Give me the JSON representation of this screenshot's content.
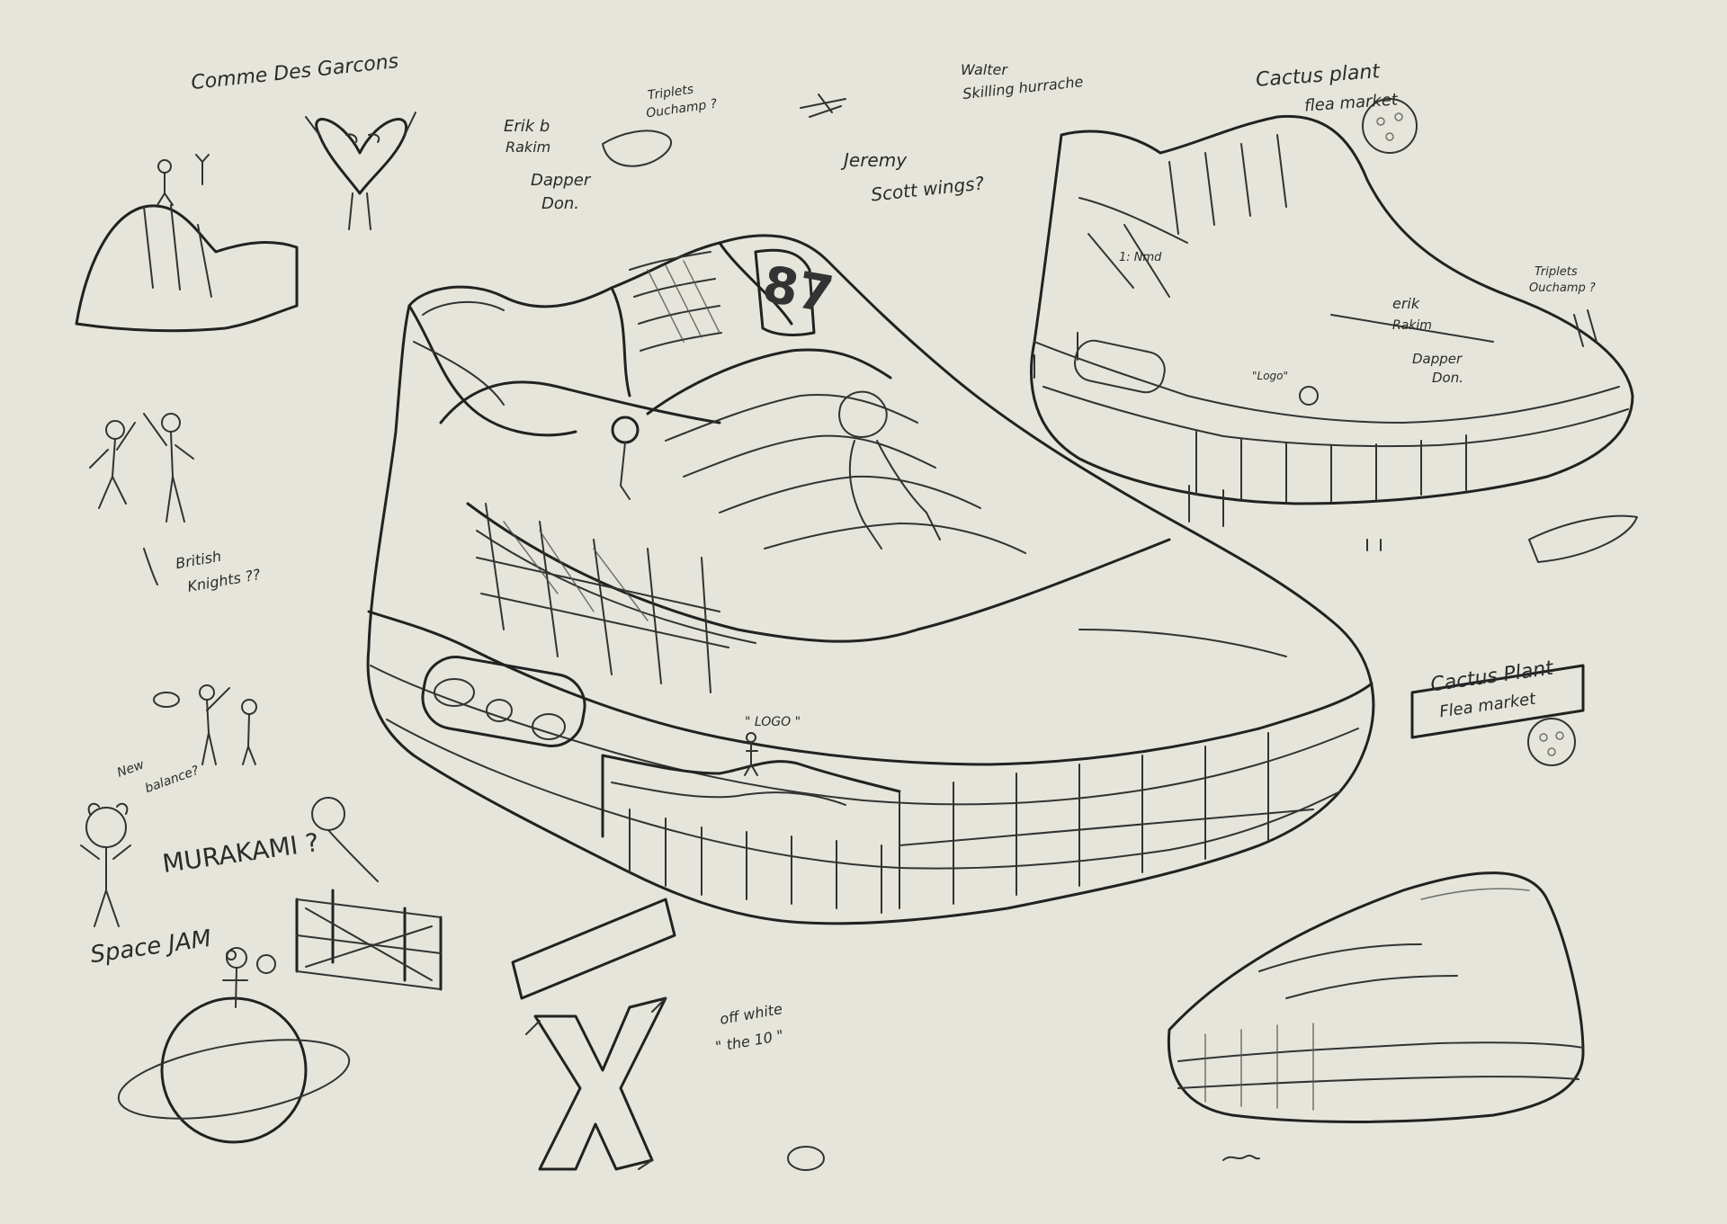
{
  "labels": {
    "comme": "Comme Des Garcons",
    "erik_b": "Erik b",
    "rakim": "Rakim",
    "dapper": "Dapper",
    "don": "Don.",
    "triplets_1": "Triplets",
    "ouchamp_1": "Ouchamp ?",
    "walter": "Walter",
    "skilling": "Skilling hurrache",
    "jeremy": "Jeremy",
    "scott_wings": "Scott wings?",
    "cactus_top_1": "Cactus plant",
    "cactus_top_2": "flea market",
    "number": "87",
    "triplets_2": "Triplets",
    "ouchamp_2": "Ouchamp ?",
    "erik_right": "erik",
    "rakim_right": "Rakim",
    "dapper_right": "Dapper",
    "don_right": "Don.",
    "mini_nmd": "1: Nmd",
    "logo_right": "\"Logo\"",
    "logo_main": "\" LOGO \"",
    "british": "British",
    "knights": "Knights ??",
    "cactus_mid_1": "Cactus Plant",
    "cactus_mid_2": "Flea market",
    "new_balance_1": "New",
    "new_balance_2": "balance?",
    "murakami": "MURAKAMI ?",
    "space_jam": "Space JAM",
    "off_white_1": "off white",
    "off_white_2": "\" the 10 \""
  }
}
